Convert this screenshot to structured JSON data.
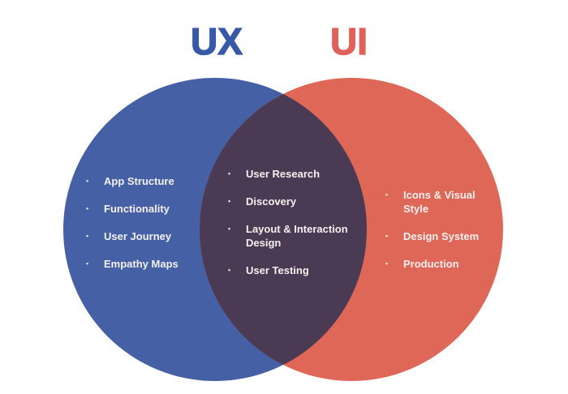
{
  "diagram": {
    "left": {
      "title": "UX",
      "items": [
        "App Structure",
        "Functionality",
        "User Journey",
        "Empathy Maps"
      ]
    },
    "overlap": {
      "items": [
        "User Research",
        "Discovery",
        "Layout & Interaction Design",
        "User Testing"
      ]
    },
    "right": {
      "title": "UI",
      "items": [
        "Icons & Visual Style",
        "Design System",
        "Production"
      ]
    }
  },
  "bullet_char": "•",
  "icons": {
    "bullet": "dot-icon"
  },
  "colors": {
    "background": "#FFFFFF",
    "ux_header": "#3859A8",
    "ui_header": "#E0615A",
    "ux_circle": "#4560A4",
    "ui_circle": "#DE6757",
    "overlap": "#4B3A54",
    "item_text": "#F3F0EE"
  }
}
